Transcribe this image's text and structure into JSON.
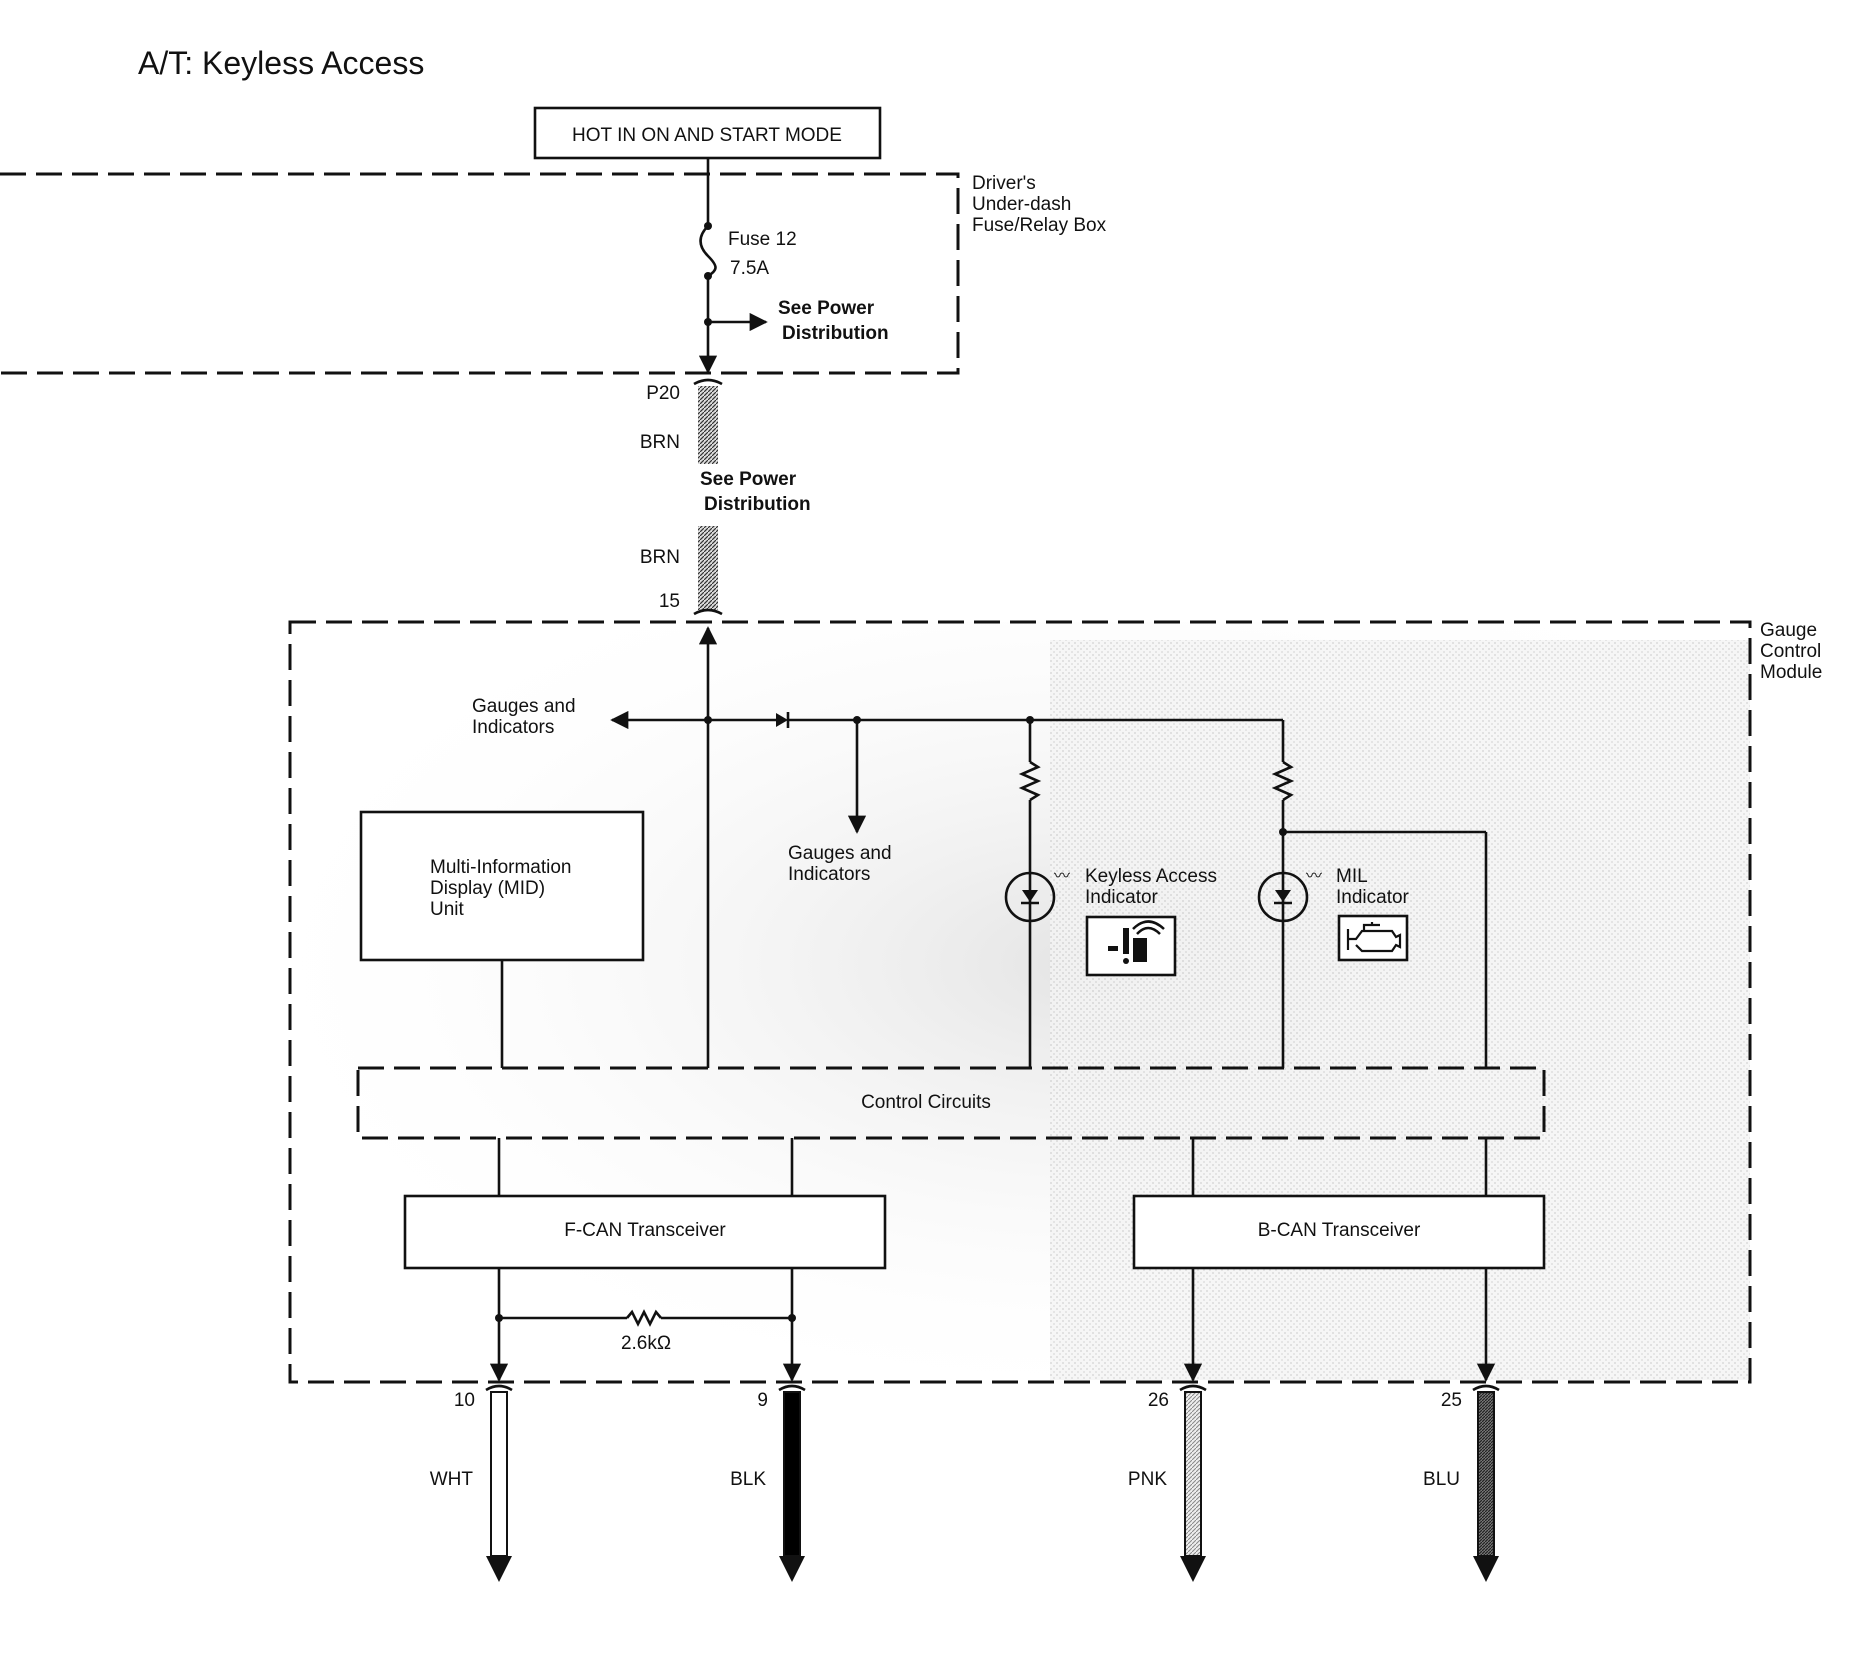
{
  "title": "A/T: Keyless Access",
  "power_source": {
    "label": "HOT IN ON AND START MODE"
  },
  "fuse_box": {
    "name_lines": [
      "Driver's",
      "Under-dash",
      "Fuse/Relay Box"
    ],
    "fuse_name": "Fuse 12",
    "fuse_rating": "7.5A",
    "see_power_lines": [
      "See Power",
      "Distribution"
    ]
  },
  "harness": {
    "connector_top": "P20",
    "wire_color_top": "BRN",
    "see_power_lines": [
      "See Power",
      "Distribution"
    ],
    "wire_color_bottom": "BRN",
    "connector_bottom": "15"
  },
  "gauge_module": {
    "name_lines": [
      "Gauge",
      "Control",
      "Module"
    ],
    "gauges_left_lines": [
      "Gauges and",
      "Indicators"
    ],
    "gauges_mid_lines": [
      "Gauges and",
      "Indicators"
    ],
    "mid_unit_lines": [
      "Multi-Information",
      "Display (MID)",
      "Unit"
    ],
    "keyless_indicator_lines": [
      "Keyless Access",
      "Indicator"
    ],
    "mil_indicator_lines": [
      "MIL",
      "Indicator"
    ],
    "control_circuits": "Control Circuits",
    "fcan": "F-CAN Transceiver",
    "bcan": "B-CAN Transceiver",
    "resistor_value": "2.6kΩ",
    "icons": {
      "keyless": "keyless-access-warning-icon",
      "mil": "check-engine-icon"
    }
  },
  "outputs": [
    {
      "pin": "10",
      "color": "WHT",
      "fill": "#ffffff"
    },
    {
      "pin": "9",
      "color": "BLK",
      "fill": "#000000"
    },
    {
      "pin": "26",
      "color": "PNK",
      "fill": "#bdbdbd"
    },
    {
      "pin": "25",
      "color": "BLU",
      "fill": "#6e6e6e"
    }
  ]
}
